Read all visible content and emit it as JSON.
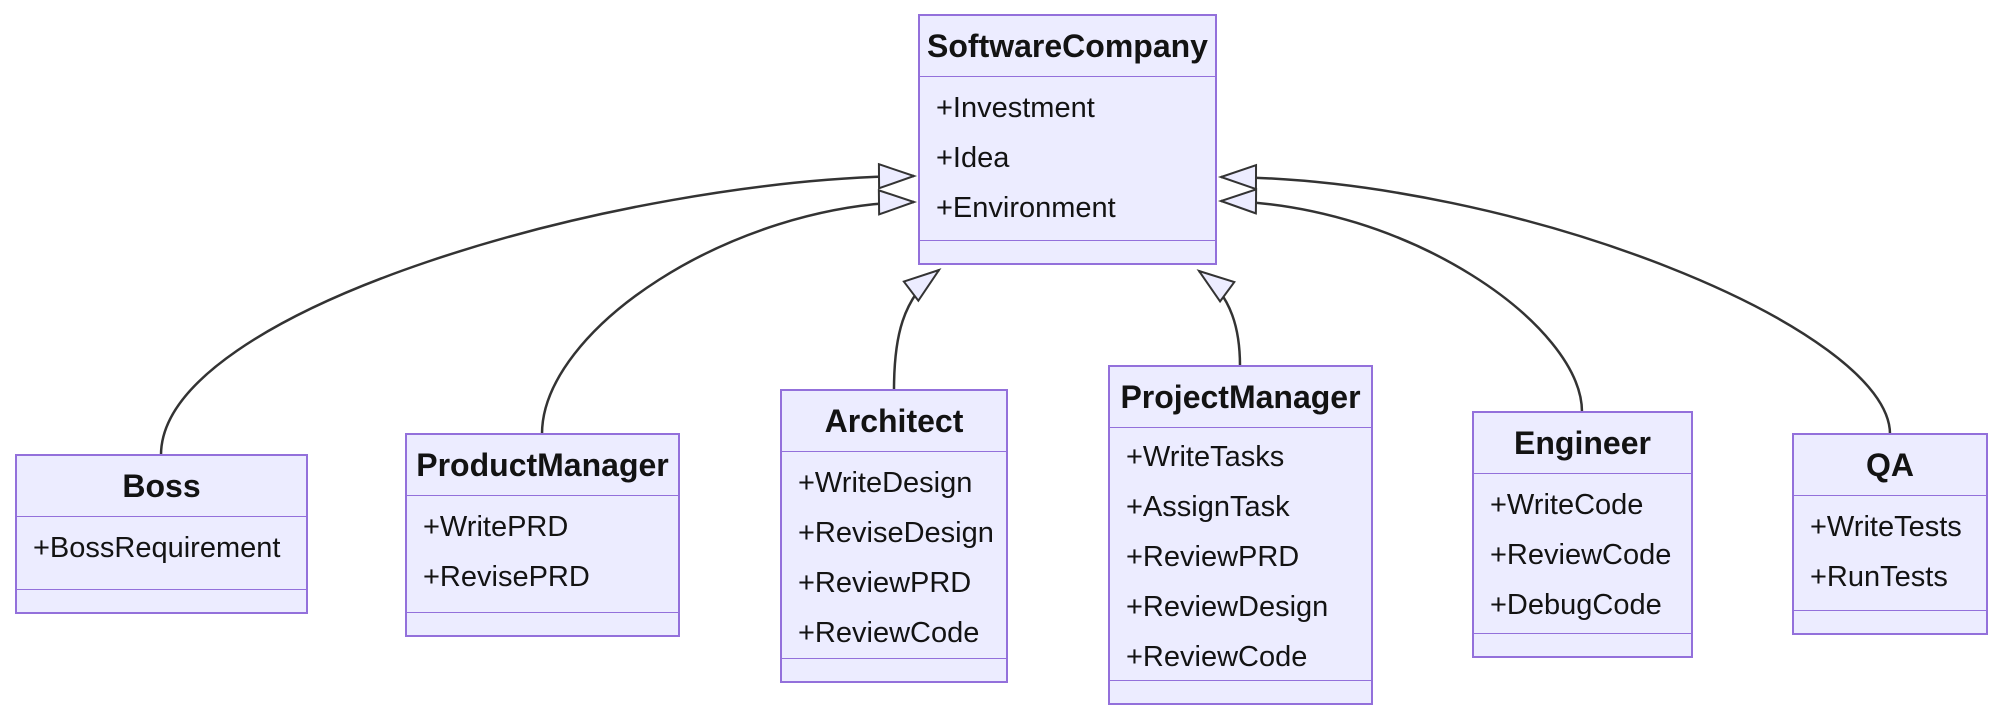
{
  "diagram": {
    "type": "uml-class-diagram",
    "colors": {
      "node_fill": "#ECECFF",
      "node_border": "#9370DB",
      "edge_line": "#333333",
      "text": "#131313",
      "background": "#ffffff"
    },
    "classes": [
      {
        "name": "SoftwareCompany",
        "members": [
          "+Investment",
          "+Idea",
          "+Environment"
        ]
      },
      {
        "name": "Boss",
        "members": [
          "+BossRequirement"
        ]
      },
      {
        "name": "ProductManager",
        "members": [
          "+WritePRD",
          "+RevisePRD"
        ]
      },
      {
        "name": "Architect",
        "members": [
          "+WriteDesign",
          "+ReviseDesign",
          "+ReviewPRD",
          "+ReviewCode"
        ]
      },
      {
        "name": "ProjectManager",
        "members": [
          "+WriteTasks",
          "+AssignTask",
          "+ReviewPRD",
          "+ReviewDesign",
          "+ReviewCode"
        ]
      },
      {
        "name": "Engineer",
        "members": [
          "+WriteCode",
          "+ReviewCode",
          "+DebugCode"
        ]
      },
      {
        "name": "QA",
        "members": [
          "+WriteTests",
          "+RunTests"
        ]
      }
    ],
    "relations": [
      {
        "from": "Boss",
        "to": "SoftwareCompany",
        "type": "inheritance"
      },
      {
        "from": "ProductManager",
        "to": "SoftwareCompany",
        "type": "inheritance"
      },
      {
        "from": "Architect",
        "to": "SoftwareCompany",
        "type": "inheritance"
      },
      {
        "from": "ProjectManager",
        "to": "SoftwareCompany",
        "type": "inheritance"
      },
      {
        "from": "Engineer",
        "to": "SoftwareCompany",
        "type": "inheritance"
      },
      {
        "from": "QA",
        "to": "SoftwareCompany",
        "type": "inheritance"
      }
    ]
  }
}
